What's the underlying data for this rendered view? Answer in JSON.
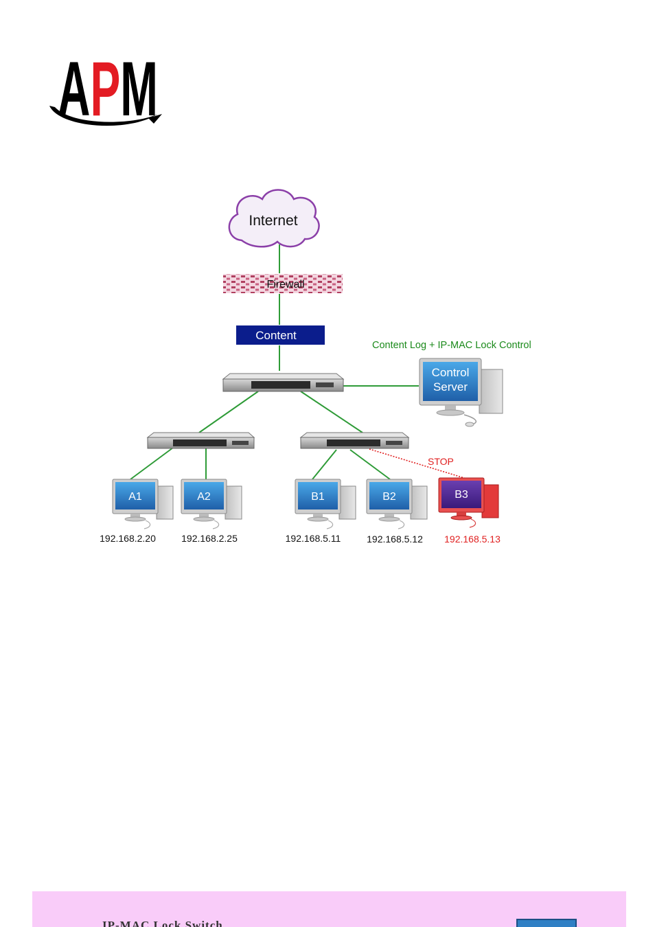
{
  "logo": {
    "text": "APM",
    "colors": {
      "a": "#000000",
      "p": "#e31b23",
      "m": "#000000"
    }
  },
  "diagram": {
    "internet": "Internet",
    "firewall": "Firewall",
    "content": "Content",
    "control_annotation": "Content Log + IP-MAC Lock Control",
    "control_server": {
      "line1": "Control",
      "line2": "Server"
    },
    "stop": "STOP",
    "hosts": [
      {
        "id": "A1",
        "ip": "192.168.2.20",
        "blocked": false
      },
      {
        "id": "A2",
        "ip": "192.168.2.25",
        "blocked": false
      },
      {
        "id": "B1",
        "ip": "192.168.5.11",
        "blocked": false
      },
      {
        "id": "B2",
        "ip": "192.168.5.12",
        "blocked": false
      },
      {
        "id": "B3",
        "ip": "192.168.5.13",
        "blocked": true
      }
    ],
    "colors": {
      "link": "#2e9b37",
      "content_box": "#0b1d8c",
      "annotation": "#1b8a1b",
      "blocked": "#e02020",
      "cloud_stroke": "#8b3fa8",
      "firewall": "#b04060"
    }
  },
  "footer": {
    "partial_text": "IP-MAC Lock Switch"
  }
}
